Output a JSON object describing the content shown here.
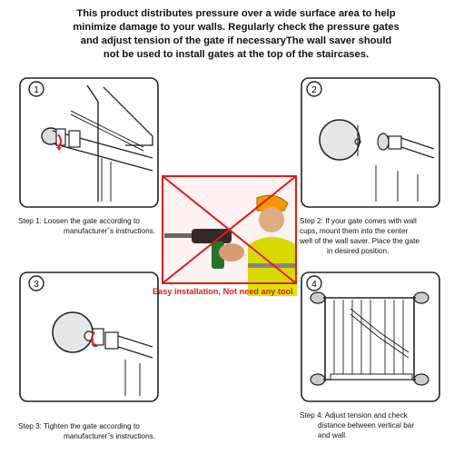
{
  "intro": {
    "lines": [
      "This product distributes pressure over a wide surface area to help",
      "minimize damage to your walls. Regularly check the pressure gates",
      "and adjust tension of the gate if necessaryThe wall saver should",
      "not be used to install gates at the top of the staircases."
    ]
  },
  "steps": [
    {
      "number": "1",
      "lines": [
        "Step 1: Loosen the gate according to",
        "manufacturerˇs instructions."
      ]
    },
    {
      "number": "2",
      "lines": [
        "Step 2: If your gate comes with wall",
        "cups, mount them into the center",
        "well of the wall saver. Place the gate",
        "in desired position."
      ]
    },
    {
      "number": "3",
      "lines": [
        "Step 3: Tighten the gate according to",
        "manufacturerˇs instructions."
      ]
    },
    {
      "number": "4",
      "lines": [
        "Step 4: Adjust tension and check",
        "distance between vertical bar",
        "and wall."
      ]
    }
  ],
  "center": {
    "caption": "Easy installation, Not need any tool"
  },
  "colors": {
    "accent": "#e21a1a",
    "line": "#222222",
    "vest": "#d6e600",
    "helmet": "#f5a000"
  }
}
